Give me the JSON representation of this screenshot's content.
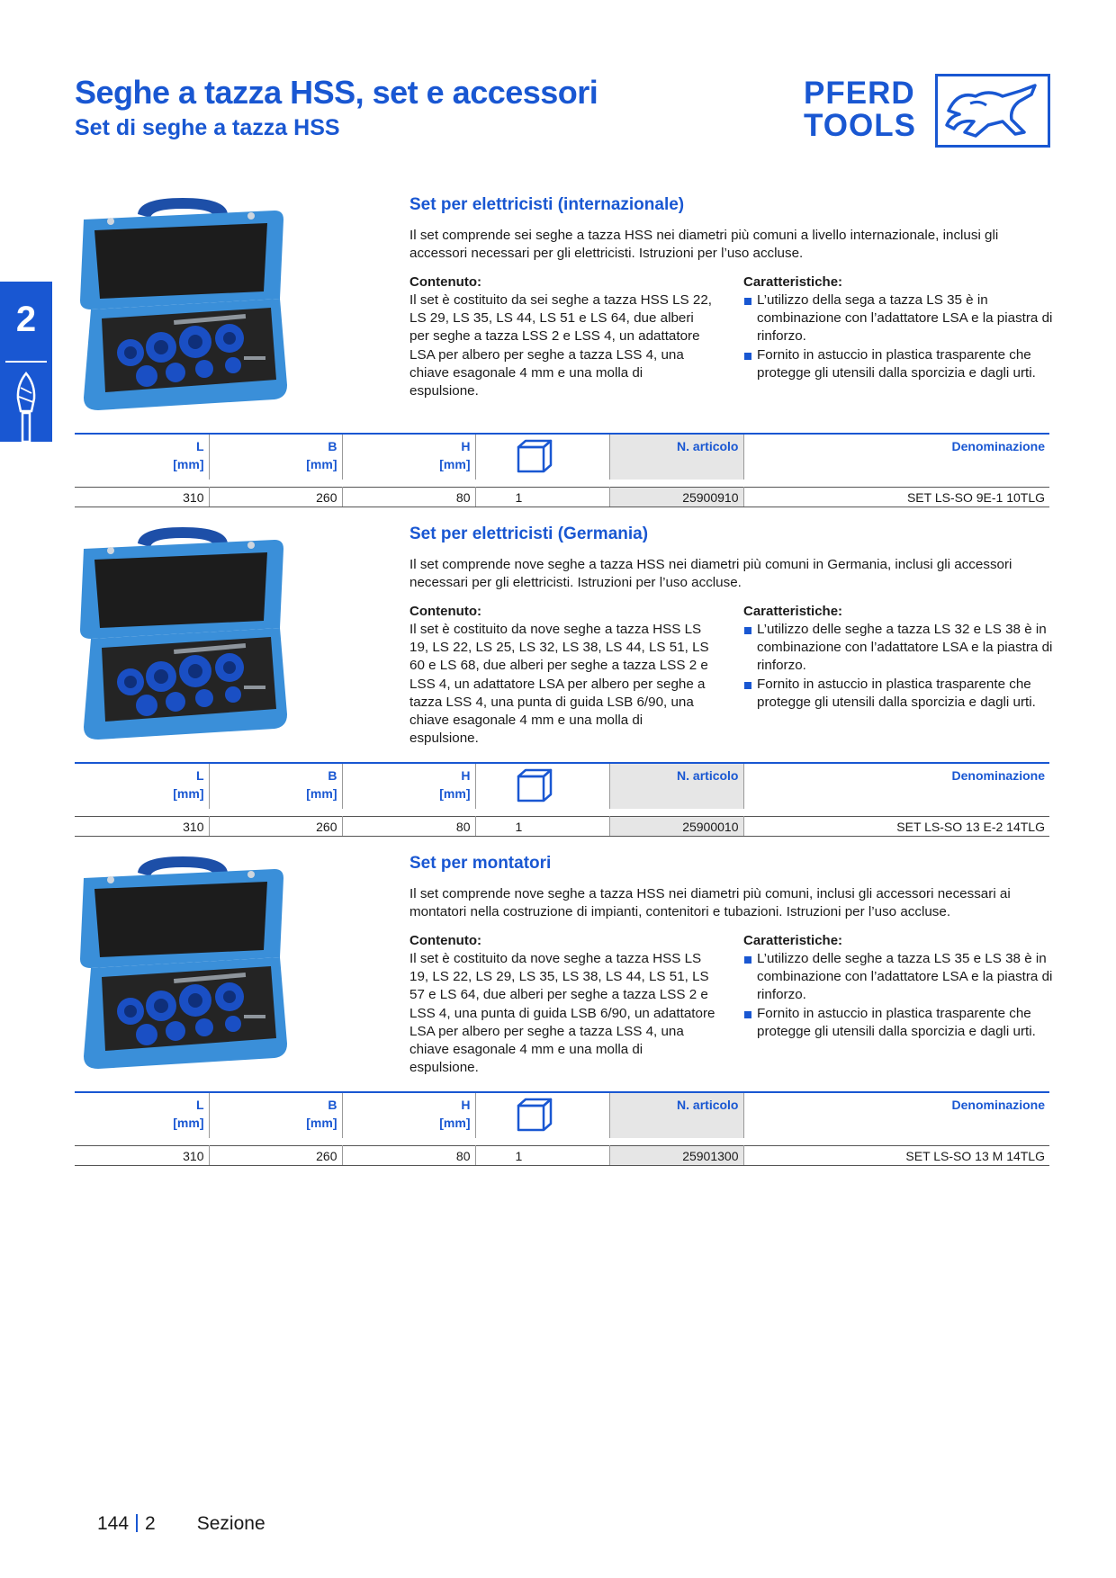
{
  "header": {
    "title": "Seghe a tazza HSS, set e accessori",
    "subtitle": "Set di seghe a tazza HSS",
    "logo_line1": "PFERD",
    "logo_line2": "TOOLS"
  },
  "side_tab": {
    "number": "2"
  },
  "table_headers": {
    "l": "L",
    "l_unit": "[mm]",
    "b": "B",
    "b_unit": "[mm]",
    "h": "H",
    "h_unit": "[mm]",
    "article": "N. articolo",
    "name": "Denominazione"
  },
  "labels": {
    "contents": "Contenuto:",
    "features": "Caratteristiche:"
  },
  "sections": [
    {
      "title": "Set per elettricisti (internazionale)",
      "intro": "Il set comprende sei seghe a tazza HSS nei diametri più comuni a livello internazionale, inclusi gli accessori necessari per gli elettricisti. Istruzioni per l’uso accluse.",
      "contents": "Il set è costituito da sei seghe a tazza HSS LS 22, LS 29, LS 35, LS 44, LS 51 e LS 64, due alberi per seghe a tazza LSS 2 e LSS 4, un adattatore LSA per albero per seghe a tazza LSS 4, una chiave esagonale 4 mm e una molla di espulsione.",
      "features": [
        "L’utilizzo della sega a tazza LS 35 è in combinazione con l’adattatore LSA e la piastra di rinforzo.",
        "Fornito in astuccio in plastica trasparente che protegge gli utensili dalla sporcizia e dagli urti."
      ],
      "row": {
        "l": "310",
        "b": "260",
        "h": "80",
        "qty": "1",
        "article": "25900910",
        "name": "SET LS-SO 9E-1 10TLG"
      }
    },
    {
      "title": "Set per elettricisti (Germania)",
      "intro": "Il set comprende nove seghe a tazza HSS nei diametri più comuni in Germania, inclusi gli accessori necessari per gli elettricisti. Istruzioni per l’uso accluse.",
      "contents": "Il set è costituito da nove seghe a tazza HSS LS 19, LS 22, LS 25, LS 32, LS 38, LS 44, LS 51, LS 60 e LS 68, due alberi per seghe a tazza LSS 2 e LSS 4, un adattatore LSA per albero per seghe a tazza LSS 4, una punta di guida LSB 6/90, una chiave esagonale 4 mm e una molla di espulsione.",
      "features": [
        "L’utilizzo delle seghe a tazza LS 32 e LS 38 è in combinazione con l’adattatore LSA e la piastra di rinforzo.",
        "Fornito in astuccio in plastica trasparente che protegge gli utensili dalla sporcizia e dagli urti."
      ],
      "row": {
        "l": "310",
        "b": "260",
        "h": "80",
        "qty": "1",
        "article": "25900010",
        "name": "SET LS-SO 13 E-2 14TLG"
      }
    },
    {
      "title": "Set per montatori",
      "intro": "Il set comprende nove seghe a tazza HSS nei diametri più comuni, inclusi gli accessori necessari ai montatori nella costruzione di impianti, contenitori e tubazioni. Istruzioni per l’uso accluse.",
      "contents": "Il set è costituito da nove seghe a tazza HSS LS 19, LS 22, LS 29, LS 35, LS 38, LS 44, LS 51, LS 57 e LS 64, due alberi per seghe a tazza LSS 2 e LSS 4, una punta di guida LSB 6/90, un adattatore LSA per albero per seghe a tazza LSS 4, una chiave esagonale 4 mm e una molla di espulsione.",
      "features": [
        "L’utilizzo delle seghe a tazza LS 35 e LS 38 è in combinazione con l’adattatore LSA e la piastra di rinforzo.",
        "Fornito in astuccio in plastica trasparente che protegge gli utensili dalla sporcizia e dagli urti."
      ],
      "row": {
        "l": "310",
        "b": "260",
        "h": "80",
        "qty": "1",
        "article": "25901300",
        "name": "SET LS-SO 13 M 14TLG"
      }
    }
  ],
  "footer": {
    "page": "144",
    "section_num": "2",
    "section_word": "Sezione"
  },
  "colors": {
    "brand_blue": "#1957d2",
    "case_blue": "#3a8fd9",
    "foam": "#1f1f1f"
  }
}
